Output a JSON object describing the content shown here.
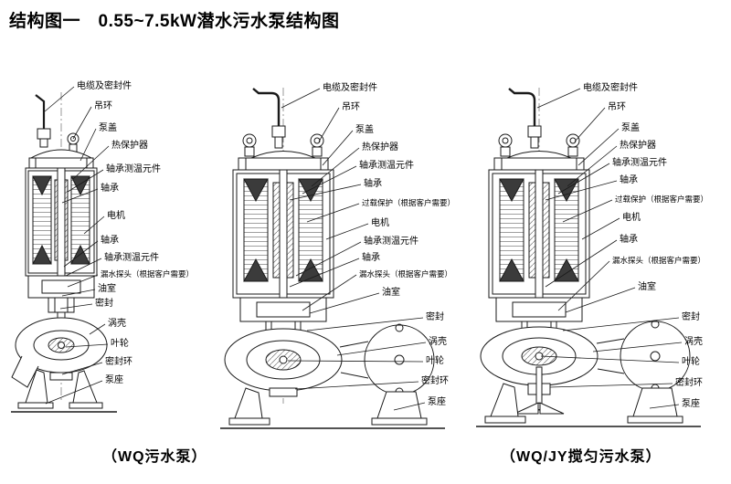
{
  "title": "结构图一　0.55~7.5kW潜水污水泵结构图",
  "captions": [
    "（WQ污水泵）",
    "（WQ/JY搅匀污水泵）"
  ],
  "pumps": [
    {
      "labels": [
        "电缆及密封件",
        "吊环",
        "泵盖",
        "热保护器",
        "轴承测温元件",
        "轴承",
        "电机",
        "轴承",
        "轴承测温元件",
        "漏水探头（根据客户需要）",
        "油室",
        "密封",
        "涡壳",
        "叶轮",
        "密封环",
        "泵座"
      ]
    },
    {
      "labels": [
        "电缆及密封件",
        "吊环",
        "泵盖",
        "热保护器",
        "轴承测温元件",
        "轴承",
        "过载保护（根据客户需要）",
        "电机",
        "轴承测温元件",
        "轴承",
        "漏水探头（根据客户需要）",
        "油室",
        "密封",
        "涡壳",
        "叶轮",
        "密封环",
        "泵座"
      ]
    },
    {
      "labels": [
        "电缆及密封件",
        "吊环",
        "泵盖",
        "热保护器",
        "轴承测温元件",
        "轴承",
        "过载保护（根据客户需要）",
        "电机",
        "轴承",
        "漏水探头（根据客户需要）",
        "油室",
        "密封",
        "涡壳",
        "叶轮",
        "密封环",
        "泵座"
      ]
    }
  ]
}
